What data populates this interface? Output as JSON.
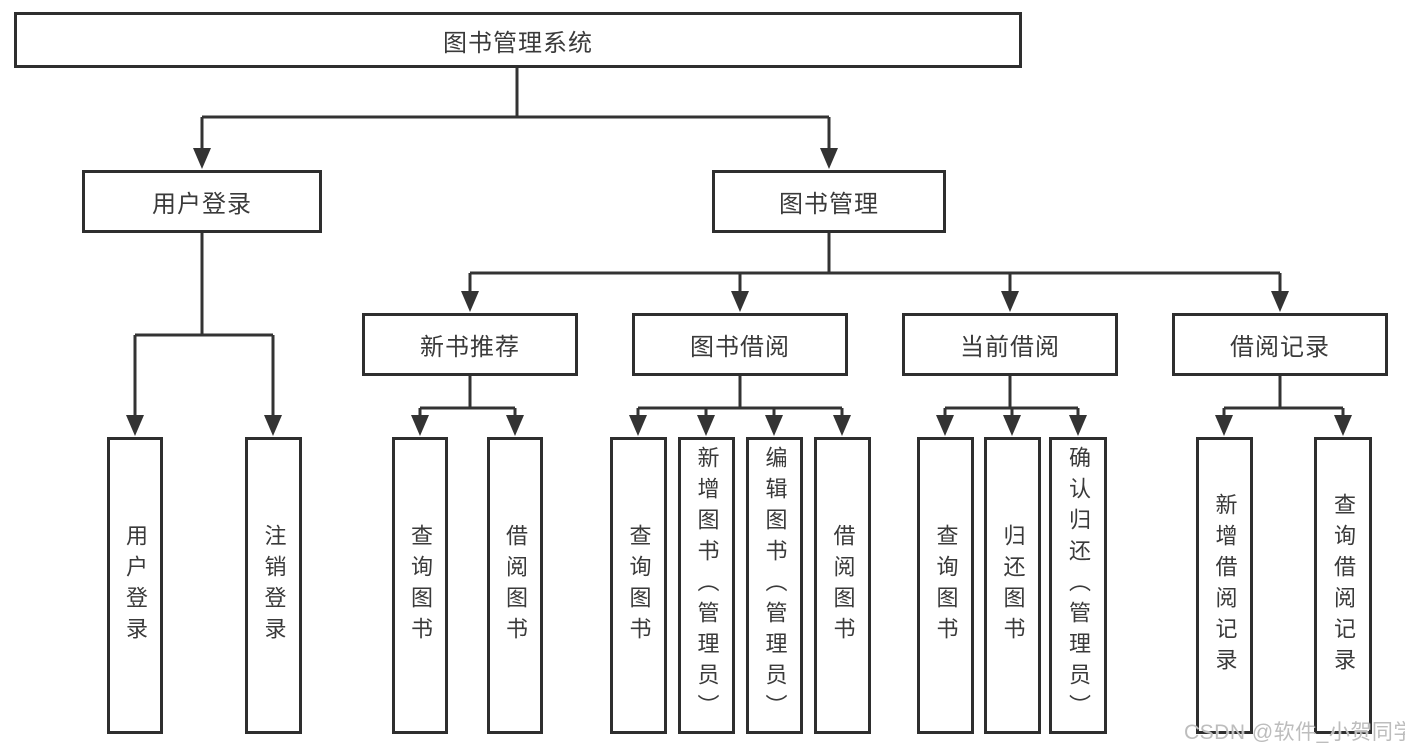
{
  "colors": {
    "line": "#333333",
    "box_border": "#2e2e2e",
    "text": "#3a3a3a",
    "background": "#ffffff",
    "watermark": "#bdbdbd"
  },
  "watermark": "CSDN @软件_小贺同学",
  "tree": {
    "label": "图书管理系统",
    "children": [
      {
        "label": "用户登录",
        "children": [
          {
            "label": "用户登录"
          },
          {
            "label": "注销登录"
          }
        ]
      },
      {
        "label": "图书管理",
        "children": [
          {
            "label": "新书推荐",
            "children": [
              {
                "label": "查询图书"
              },
              {
                "label": "借阅图书"
              }
            ]
          },
          {
            "label": "图书借阅",
            "children": [
              {
                "label": "查询图书"
              },
              {
                "label": "新增图书（管理员）"
              },
              {
                "label": "编辑图书（管理员）"
              },
              {
                "label": "借阅图书"
              }
            ]
          },
          {
            "label": "当前借阅",
            "children": [
              {
                "label": "查询图书"
              },
              {
                "label": "归还图书"
              },
              {
                "label": "确认归还（管理员）"
              }
            ]
          },
          {
            "label": "借阅记录",
            "children": [
              {
                "label": "新增借阅记录"
              },
              {
                "label": "查询借阅记录"
              }
            ]
          }
        ]
      }
    ]
  }
}
